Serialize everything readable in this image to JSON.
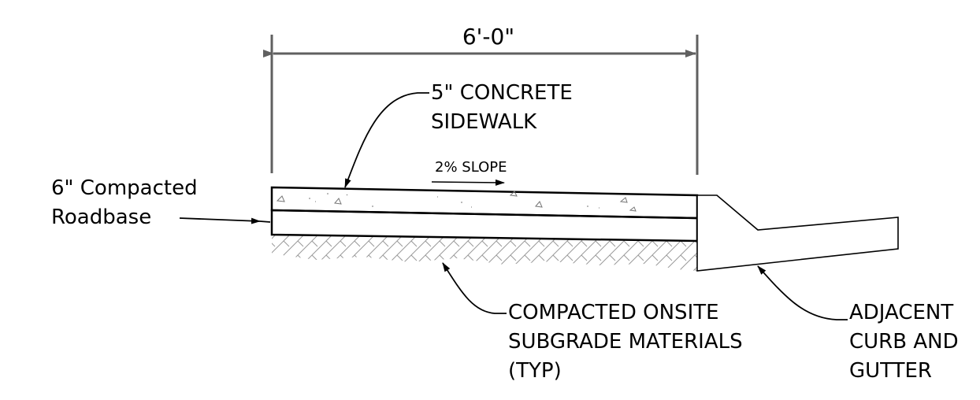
{
  "dimension": {
    "label": "6'-0\""
  },
  "slope": {
    "label": "2% SLOPE"
  },
  "labels": {
    "sidewalk": [
      "5\" CONCRETE",
      "SIDEWALK"
    ],
    "roadbase": [
      "6\" Compacted",
      "Roadbase"
    ],
    "subgrade": [
      "COMPACTED ONSITE",
      "SUBGRADE MATERIALS",
      "(TYP)"
    ],
    "curb": [
      "ADJACENT",
      "CURB AND",
      "GUTTER"
    ]
  },
  "colors": {
    "line": "#000000",
    "dimension": "#606060",
    "hatch": "#9a9a9a"
  }
}
